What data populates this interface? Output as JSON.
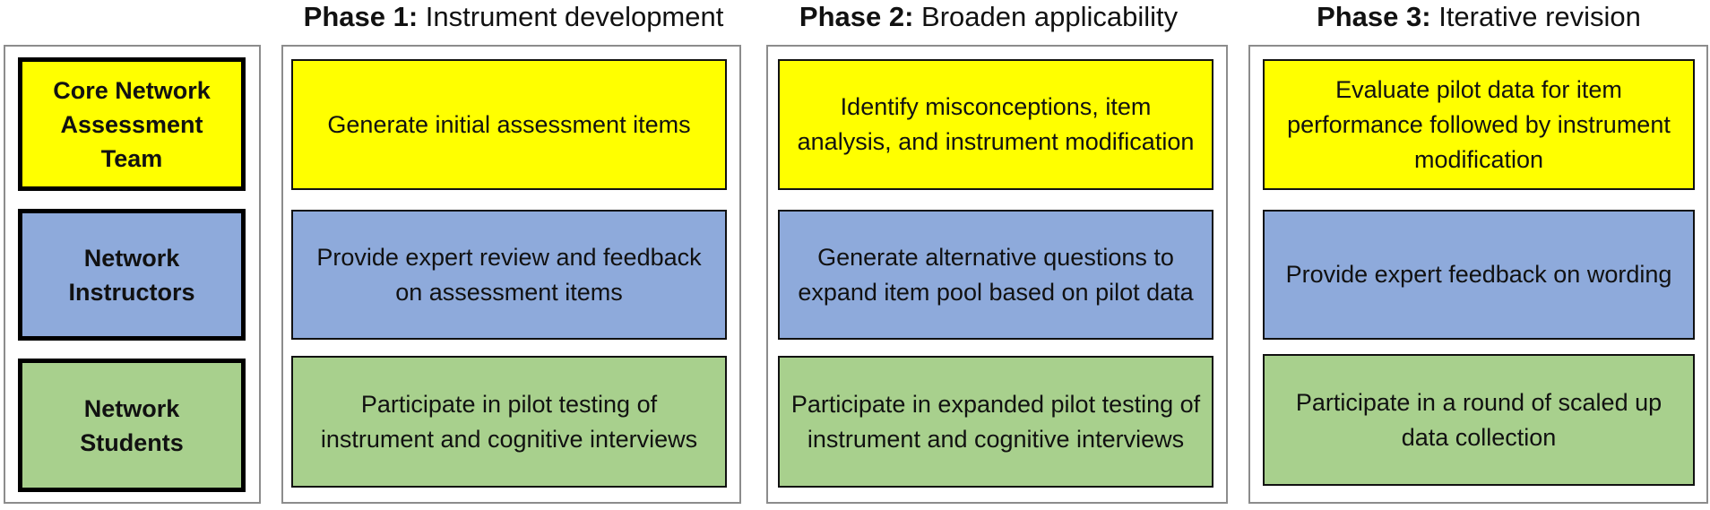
{
  "roles": [
    {
      "label": "Core Network Assessment Team",
      "color": "#ffff00"
    },
    {
      "label": "Network Instructors",
      "color": "#8eaadb"
    },
    {
      "label": "Network Students",
      "color": "#a8d08d"
    }
  ],
  "phases": [
    {
      "number": "Phase 1:",
      "title": "Instrument development",
      "cells": [
        "Generate initial assessment items",
        "Provide expert review and feedback on assessment items",
        "Participate in pilot testing of instrument and cognitive interviews"
      ]
    },
    {
      "number": "Phase 2:",
      "title": "Broaden applicability",
      "cells": [
        "Identify misconceptions, item analysis, and instrument modification",
        "Generate alternative questions to expand item pool based on pilot data",
        "Participate in expanded pilot testing of instrument and cognitive interviews"
      ]
    },
    {
      "number": "Phase 3:",
      "title": "Iterative revision",
      "cells": [
        "Evaluate pilot data for item performance followed by instrument modification",
        "Provide expert feedback on wording",
        "Participate in a round of scaled up data collection"
      ]
    }
  ]
}
